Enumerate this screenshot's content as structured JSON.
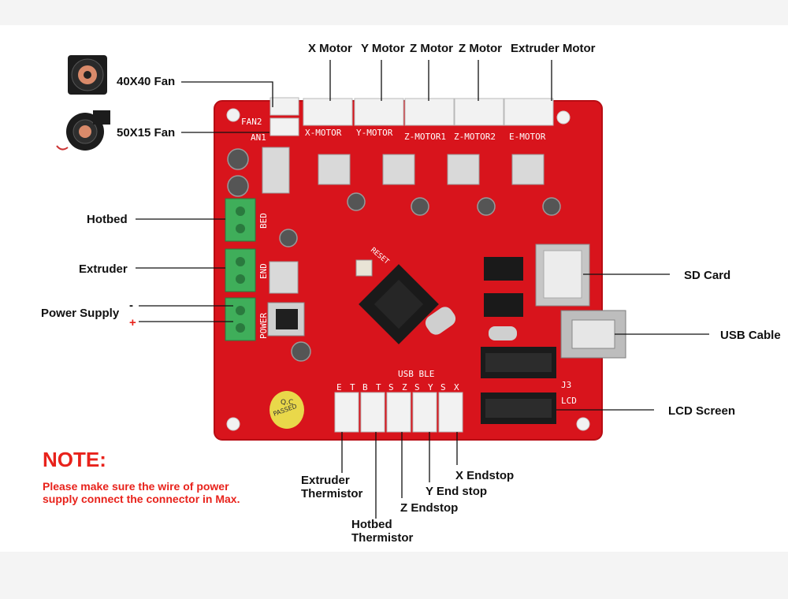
{
  "labels": {
    "fan_40": "40X40 Fan",
    "fan_50": "50X15 Fan",
    "x_motor": "X Motor",
    "y_motor": "Y Motor",
    "z_motor_1": "Z Motor",
    "z_motor_2": "Z Motor",
    "extruder_motor": "Extruder Motor",
    "hotbed": "Hotbed",
    "extruder": "Extruder",
    "power_supply": "Power Supply",
    "sd_card": "SD Card",
    "usb_cable": "USB Cable",
    "lcd_screen": "LCD Screen",
    "extruder_thermistor_1": "Extruder",
    "extruder_thermistor_2": "Thermistor",
    "hotbed_thermistor_1": "Hotbed",
    "hotbed_thermistor_2": "Thermistor",
    "z_endstop": "Z Endstop",
    "y_endstop": "Y End stop",
    "x_endstop": "X Endstop"
  },
  "polarity": {
    "minus": "-",
    "plus": "+"
  },
  "note": {
    "title": "NOTE:",
    "line1": "Please make sure the wire of power",
    "line2": "supply connect the connector in Max."
  },
  "silkscreen": {
    "fan2": "FAN2",
    "fan1": "AN1",
    "x_motor": "X-MOTOR",
    "y_motor": "Y-MOTOR",
    "z_motor1": "Z-MOTOR1",
    "z_motor2": "Z-MOTOR2",
    "e_motor": "E-MOTOR",
    "bed": "BED",
    "end": "END",
    "power": "POWER",
    "usb_ble": "USB BLE",
    "j3": "J3",
    "lcd": "LCD",
    "qc": "Q.C",
    "passed": "PASSED",
    "reset": "RESET",
    "pin_e": "E",
    "pin_t1": "T",
    "pin_b": "B",
    "pin_t2": "T",
    "pin_s1": "S",
    "pin_z": "Z",
    "pin_s2": "S",
    "pin_y": "Y",
    "pin_s3": "S",
    "pin_x": "X"
  },
  "colors": {
    "board_red": "#d8141c",
    "board_edge": "#b80d14",
    "terminal_green": "#3fae5a",
    "connector_white": "#f2f2f2",
    "heatsink": "#d9d9d9",
    "chip_black": "#1a1a1a",
    "note_red": "#e8221b"
  }
}
